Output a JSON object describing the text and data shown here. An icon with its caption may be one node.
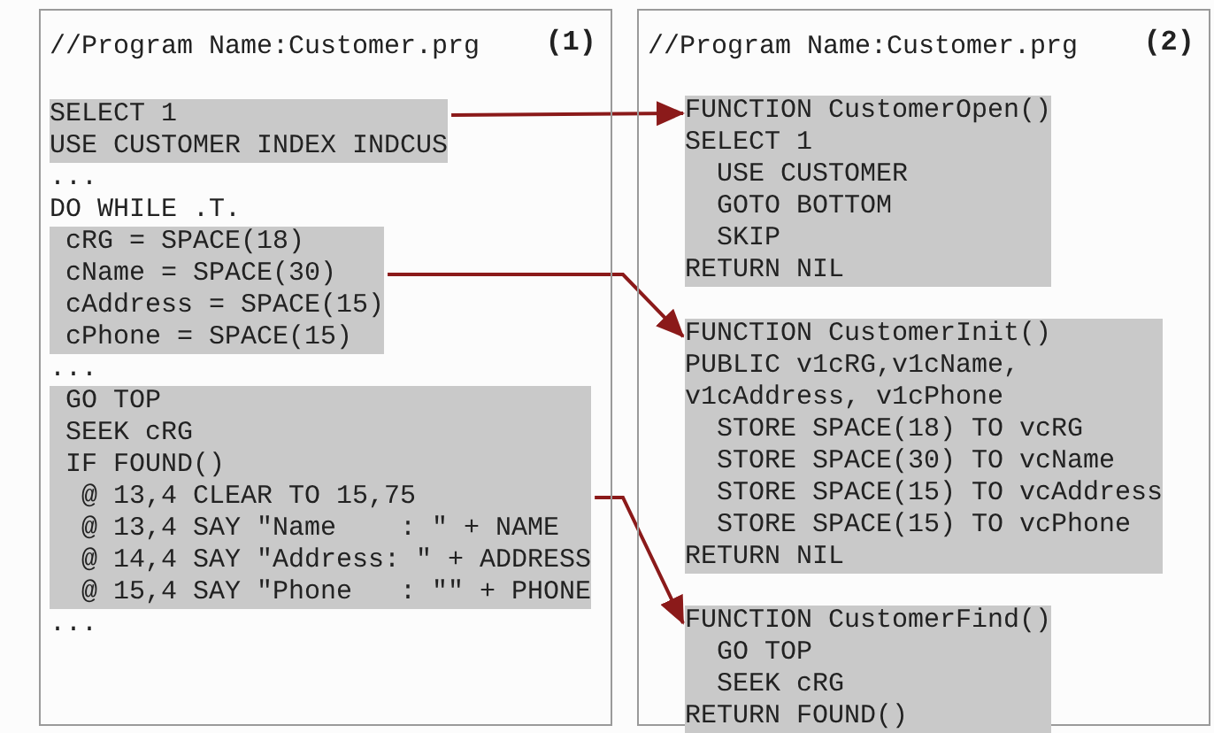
{
  "diagram": {
    "nodes": [
      {
        "text": [
          "//Program Name:Customer.prg",
          "(1)"
        ]
      },
      {
        "text": [
          "SELECT 1",
          "USE CUSTOMER INDEX INDCUS"
        ],
        "in": 0
      },
      {
        "text": [
          " cRG = SPACE(18)",
          " cName = SPACE(30)",
          " cAddress = SPACE(15)",
          " cPhone = SPACE(15)"
        ],
        "in": 0
      },
      {
        "text": [
          " GO TOP",
          " SEEK cRG",
          " IF FOUND()",
          "  @ 13,4 CLEAR TO 15,75",
          "  @ 13,4 SAY \"Name    : \" + NAME",
          "  @ 14,4 SAY \"Address: \" + ADDRESS",
          "  @ 15,4 SAY \"Phone   : \"\" + PHONE"
        ],
        "in": 0
      },
      {
        "text": [
          "//Program Name:Customer.prg",
          "(2)"
        ]
      },
      {
        "text": [
          "FUNCTION CustomerOpen()",
          "SELECT 1",
          "  USE CUSTOMER",
          "  GOTO BOTTOM",
          "  SKIP",
          "RETURN NIL"
        ],
        "in": 4
      },
      {
        "text": [
          "FUNCTION CustomerInit()",
          "PUBLIC v1cRG,v1cName,",
          "v1cAddress, v1cPhone",
          "  STORE SPACE(18) TO vcRG",
          "  STORE SPACE(30) TO vcName",
          "  STORE SPACE(15) TO vcAddress",
          "  STORE SPACE(15) TO vcPhone",
          "RETURN NIL"
        ],
        "in": 4
      },
      {
        "text": [
          "FUNCTION CustomerFind()",
          "  GO TOP",
          "  SEEK cRG",
          "RETURN FOUND()"
        ],
        "in": 4
      }
    ],
    "edges": [
      {
        "from": 1,
        "to": 5,
        "arrow": "to"
      },
      {
        "from": 2,
        "to": 6,
        "arrow": "to"
      },
      {
        "from": 3,
        "to": 7,
        "arrow": "to"
      }
    ],
    "labels": [
      "...",
      "DO WHILE .T.",
      "...",
      "..."
    ]
  }
}
